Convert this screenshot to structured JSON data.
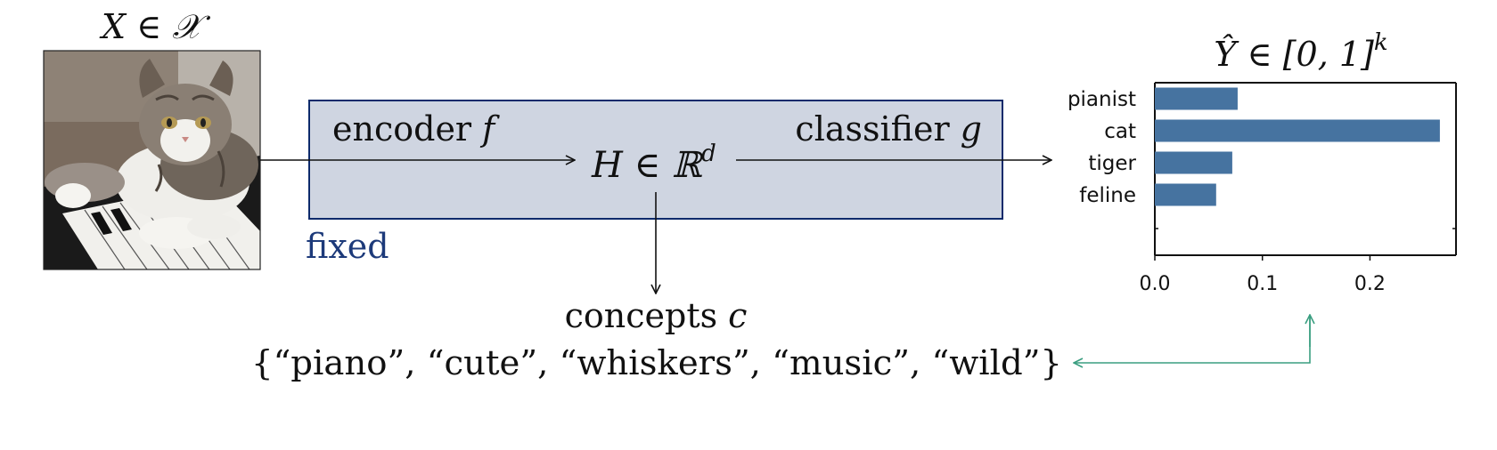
{
  "input": {
    "label_prefix": "X ∈ ",
    "label_space": "𝒳"
  },
  "module": {
    "encoder_word": "encoder",
    "encoder_symbol": "f",
    "classifier_word": "classifier",
    "classifier_symbol": "g",
    "fixed_label": "fixed",
    "hidden_prefix": "H ∈ ℝ",
    "hidden_superscript": "d",
    "box_fill": "#cfd5e1",
    "box_stroke": "#0d2a6b",
    "fixed_color": "#1d3a7a"
  },
  "concepts": {
    "title_word": "concepts",
    "title_symbol": "c",
    "set_text": "{“piano”, “cute”, “whiskers”, “music”, “wild”}",
    "link_color": "#3a9e80"
  },
  "output": {
    "label_prefix": "Ŷ ∈ [0, 1]",
    "label_superscript": "k"
  },
  "chart_data": {
    "type": "bar",
    "orientation": "horizontal",
    "categories": [
      "pianist",
      "cat",
      "tiger",
      "feline"
    ],
    "values": [
      0.077,
      0.265,
      0.072,
      0.057
    ],
    "xticks": [
      "0.0",
      "0.1",
      "0.2"
    ],
    "xtick_values": [
      0.0,
      0.1,
      0.2
    ],
    "xlim": [
      0,
      0.28
    ],
    "bar_color": "#4673a0",
    "title": "",
    "xlabel": "",
    "ylabel": ""
  }
}
